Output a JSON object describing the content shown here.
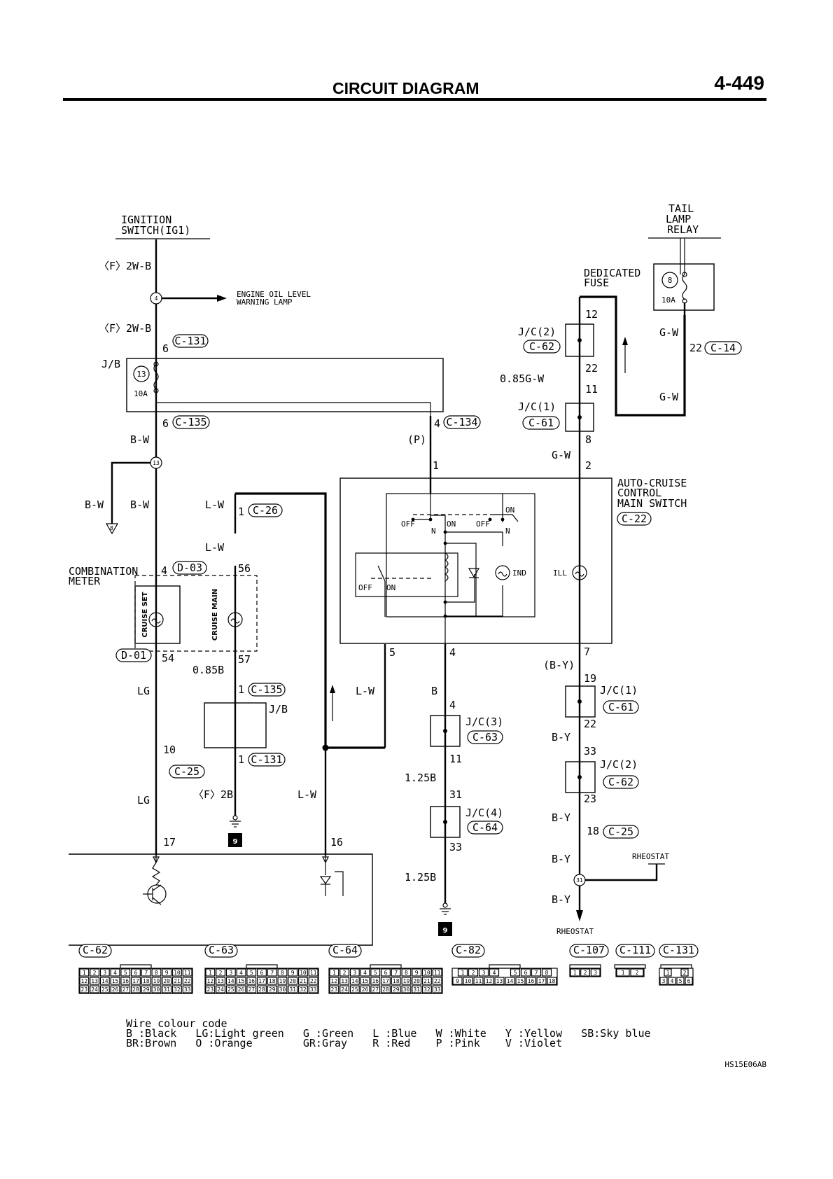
{
  "header": {
    "title": "CIRCUIT DIAGRAM",
    "page_number": "4-449"
  },
  "labels": {
    "ignition_1": "IGNITION",
    "ignition_2": "SWITCH(IG1)",
    "tail_1": "TAIL",
    "tail_2": "LAMP",
    "tail_3": "RELAY",
    "ded_1": "DEDICATED",
    "ded_2": "FUSE",
    "fuse8": "8",
    "fuse8_amp": "10A",
    "f2wb_1": "〈F〉2W-B",
    "f2wb_2": "〈F〉2W-B",
    "node4": "4",
    "eng_1": "ENGINE OIL LEVEL",
    "eng_2": "WARNING LAMP",
    "jc2_top": "J/C(2)",
    "c62_top": "C-62",
    "pin12": "12",
    "gw_1": "G-W",
    "pin22_c14": "22",
    "c14": "C-14",
    "pin6_c131": "6",
    "c131_a": "C-131",
    "jb": "J/B",
    "fuse13": "13",
    "fuse13_amp": "10A",
    "pin22_a": "22",
    "w085gw": "0.85G-W",
    "pin11_a": "11",
    "gw_2": "G-W",
    "jc1_top": "J/C(1)",
    "c61_top": "C-61",
    "pin6_c135": "6",
    "c135_a": "C-135",
    "pin4_c134": "4",
    "c134": "C-134",
    "bw_1": "B-W",
    "p_wire": "(P)",
    "pin8": "8",
    "gw_3": "G-W",
    "pin2": "2",
    "node13": "13",
    "pin1_a": "1",
    "acc_1": "AUTO-CRUISE",
    "acc_2": "CONTROL",
    "acc_3": "MAIN SWITCH",
    "c22": "C-22",
    "bw_2": "B-W",
    "bw_3": "B-W",
    "lw_1": "L-W",
    "pin1_c26": "1",
    "c26": "C-26",
    "off_1": "OFF",
    "n_1": "N",
    "on_1": "ON",
    "off_2": "OFF",
    "n_2": "N",
    "on_2": "ON",
    "gnd_b": "B",
    "lw_2": "L-W",
    "comb_1": "COMBINATION",
    "comb_2": "METER",
    "pin4_d03": "4",
    "d03": "D-03",
    "pin56": "56",
    "off_3": "OFF",
    "on_3": "ON",
    "ind": "IND",
    "ill": "ILL",
    "cruise_set": "CRUISE SET",
    "cruise_main": "CRUISE MAIN",
    "d01": "D-01",
    "pin54": "54",
    "pin57": "57",
    "pin5": "5",
    "pin4_b": "4",
    "pin7": "7",
    "by_1": "(B-Y)",
    "pin19": "19",
    "jc1_bot": "J/C(1)",
    "c61_bot": "C-61",
    "w085b": "0.85B",
    "lg_1": "LG",
    "pin1_c135": "1",
    "c135_b": "C-135",
    "jb_2": "J/B",
    "lw_3": "L-W",
    "b_wire": "B",
    "pin4_c": "4",
    "jc3": "J/C(3)",
    "c63": "C-63",
    "pin22_b": "22",
    "by_2": "B-Y",
    "pin33_a": "33",
    "jc2_bot": "J/C(2)",
    "c62_bot": "C-62",
    "pin10": "10",
    "c25_a": "C-25",
    "pin1_c131": "1",
    "c131_b": "C-131",
    "pin11_b": "11",
    "w125b_1": "1.25B",
    "lg_2": "LG",
    "f2b": "〈F〉2B",
    "lw_4": "L-W",
    "pin31": "31",
    "jc4": "J/C(4)",
    "c64": "C-64",
    "pin23": "23",
    "by_3": "B-Y",
    "pin18_c25": "18",
    "c25_b": "C-25",
    "pin17": "17",
    "pin16": "16",
    "pin33_b": "33",
    "gnd9_a": "9",
    "by_4": "B-Y",
    "rheo_1": "RHEOSTAT",
    "w125b_2": "1.25B",
    "node31": "31",
    "by_5": "B-Y",
    "gnd9_b": "9",
    "rheo_2": "RHEOSTAT"
  },
  "connectors": [
    {
      "id": "C-62",
      "rows": [
        [
          "1",
          "2",
          "3",
          "4",
          "5",
          "6",
          "7",
          "8",
          "9",
          "10",
          "11"
        ],
        [
          "12",
          "13",
          "14",
          "15",
          "16",
          "17",
          "18",
          "19",
          "20",
          "21",
          "22"
        ],
        [
          "23",
          "24",
          "25",
          "26",
          "27",
          "28",
          "29",
          "30",
          "31",
          "32",
          "33"
        ]
      ]
    },
    {
      "id": "C-63",
      "rows": [
        [
          "1",
          "2",
          "3",
          "4",
          "5",
          "6",
          "7",
          "8",
          "9",
          "10",
          "11"
        ],
        [
          "12",
          "13",
          "14",
          "15",
          "16",
          "17",
          "18",
          "19",
          "20",
          "21",
          "22"
        ],
        [
          "23",
          "24",
          "25",
          "26",
          "27",
          "28",
          "29",
          "30",
          "31",
          "32",
          "33"
        ]
      ]
    },
    {
      "id": "C-64",
      "rows": [
        [
          "1",
          "2",
          "3",
          "4",
          "5",
          "6",
          "7",
          "8",
          "9",
          "10",
          "11"
        ],
        [
          "12",
          "13",
          "14",
          "15",
          "16",
          "17",
          "18",
          "19",
          "20",
          "21",
          "22"
        ],
        [
          "23",
          "24",
          "25",
          "26",
          "27",
          "28",
          "29",
          "30",
          "31",
          "32",
          "33"
        ]
      ]
    },
    {
      "id": "C-82",
      "rows": [
        [
          "1",
          "2",
          "3",
          "4",
          "",
          "5",
          "6",
          "7",
          "8"
        ],
        [
          "9",
          "10",
          "11",
          "12",
          "13",
          "14",
          "15",
          "16",
          "17",
          "18"
        ]
      ]
    },
    {
      "id": "C-107",
      "rows": [
        [
          "1",
          "2",
          "3"
        ]
      ]
    },
    {
      "id": "C-111",
      "rows": [
        [
          "1",
          "2"
        ]
      ]
    },
    {
      "id": "C-131",
      "rows": [
        [
          "1",
          "",
          "2"
        ],
        [
          "3",
          "4",
          "5",
          "6"
        ]
      ]
    }
  ],
  "legend": {
    "title": "Wire colour code",
    "line1": "B :Black   LG:Light green   G :Green   L :Blue   W :White   Y :Yellow   SB:Sky blue",
    "line2": "BR:Brown   O :Orange        GR:Gray    R :Red    P :Pink    V :Violet"
  },
  "figure_code": "HS15E06AB"
}
